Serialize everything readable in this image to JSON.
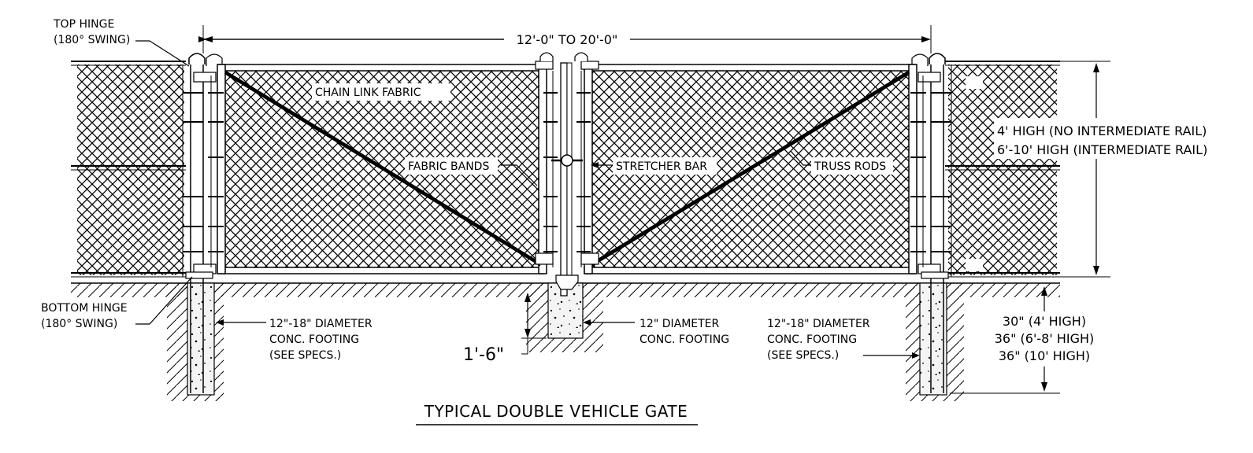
{
  "colors": {
    "ink": "#000000",
    "paper": "#ffffff",
    "concrete": "#f4f4f4"
  },
  "labels": {
    "top_hinge": [
      "TOP HINGE",
      "(180° SWING)"
    ],
    "bottom_hinge": [
      "BOTTOM HINGE",
      "(180° SWING)"
    ],
    "chain_link_fabric": "CHAIN LINK FABRIC",
    "fabric_bands": "FABRIC BANDS",
    "stretcher_bar": "STRETCHER BAR",
    "truss_rods": "TRUSS RODS",
    "height_note": [
      "4' HIGH (NO INTERMEDIATE RAIL)",
      "6'-10' HIGH (INTERMEDIATE RAIL)"
    ],
    "footing_left": [
      "12\"-18\" DIAMETER",
      "CONC. FOOTING",
      "(SEE SPECS.)"
    ],
    "footing_center": [
      "12\" DIAMETER",
      "CONC. FOOTING"
    ],
    "footing_right": [
      "12\"-18\" DIAMETER",
      "CONC. FOOTING",
      "(SEE SPECS.)"
    ],
    "embed_depth": [
      "30\" (4' HIGH)",
      "36\" (6'-8' HIGH)",
      "36\" (10' HIGH)"
    ]
  },
  "dimensions": {
    "gate_width": "12'-0\" TO 20'-0\"",
    "center_footing_depth": "1'-6\""
  },
  "title": "TYPICAL DOUBLE VEHICLE GATE"
}
